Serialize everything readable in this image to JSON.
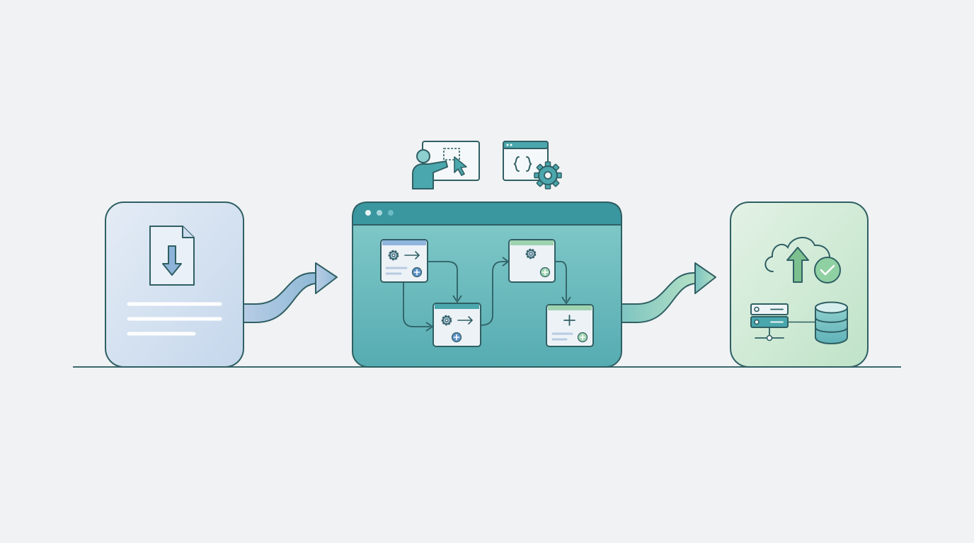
{
  "colors": {
    "background": "#f0f2f4",
    "outline": "#2f5f63",
    "baseline": "#3c6a6d",
    "teal": "#4aa7ad",
    "teal_dark": "#2f8f96",
    "teal_light": "#8ecfd0",
    "blue_light": "#dbe6f2",
    "blue_mid": "#9bbbdf",
    "green_light": "#d9eedb",
    "green_mid": "#9fd3b0",
    "card_white": "#f2f6f8"
  },
  "stages": [
    {
      "id": "input",
      "icon": "download-document-icon"
    },
    {
      "id": "workflow",
      "icon": "workflow-canvas"
    },
    {
      "id": "output",
      "icon": "cloud-upload-database-icon"
    }
  ],
  "tools": [
    {
      "icon": "user-drag-select-icon"
    },
    {
      "icon": "code-config-gear-icon"
    }
  ],
  "workflow_nodes": [
    {
      "icon": "gear-arrow-icon"
    },
    {
      "icon": "gear-arrow-icon"
    },
    {
      "icon": "gear-icon"
    },
    {
      "icon": "plus-icon"
    }
  ]
}
